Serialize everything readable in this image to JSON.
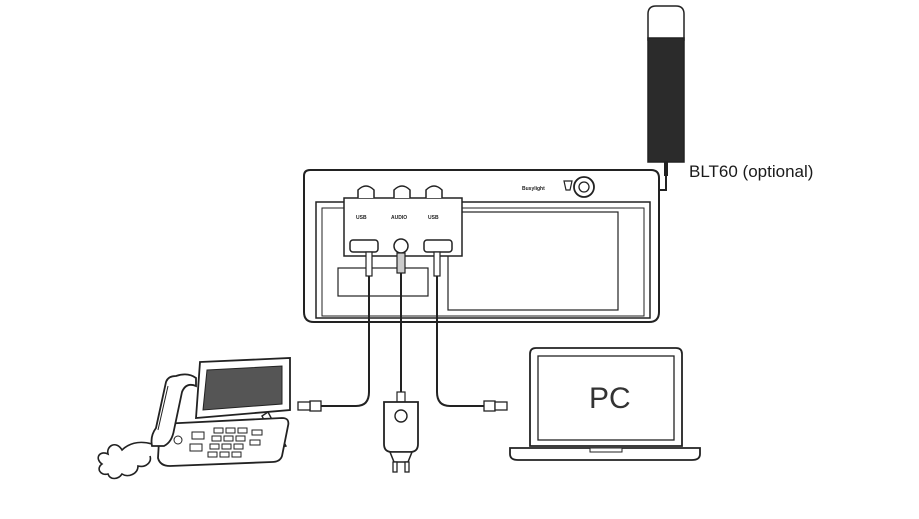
{
  "diagram": {
    "busylight_label": "BLT60 (optional)",
    "pc_label": "PC",
    "hub_busylight_text": "Busylight",
    "hub_port_left_text": "USB",
    "hub_port_mid_text": "AUDIO",
    "hub_port_right_text": "USB"
  }
}
